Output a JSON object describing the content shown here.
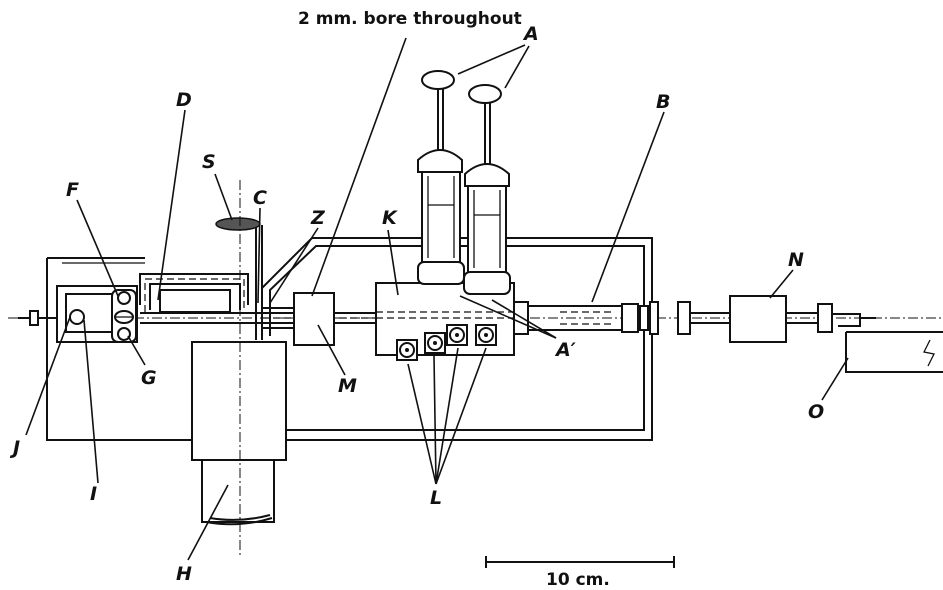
{
  "annotations": {
    "bore_note": "2 mm. bore throughout",
    "scale_bar": "10 cm."
  },
  "labels": {
    "A": "A",
    "A_prime": "A′",
    "B": "B",
    "C": "C",
    "D": "D",
    "F": "F",
    "G": "G",
    "H": "H",
    "I": "I",
    "J": "J",
    "K": "K",
    "L": "L",
    "M": "M",
    "N": "N",
    "O": "O",
    "S": "S",
    "Z": "Z"
  },
  "colors": {
    "ink": "#111111",
    "paper": "#ffffff"
  }
}
